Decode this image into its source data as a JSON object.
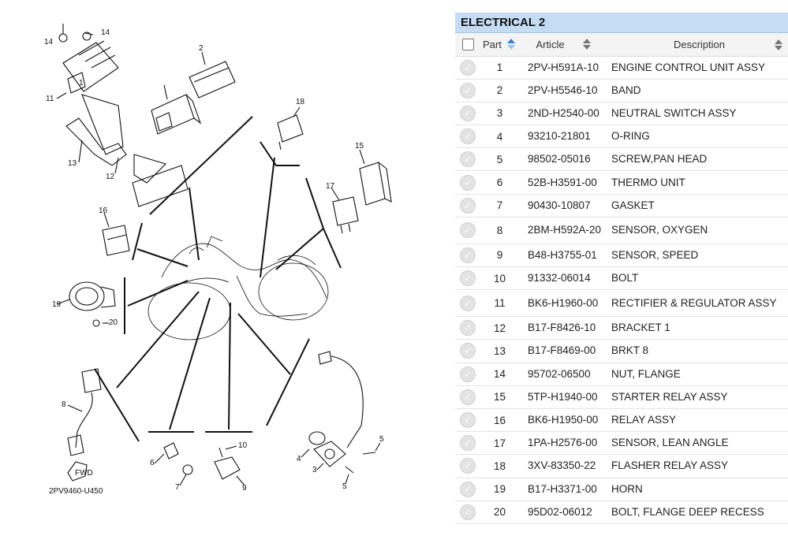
{
  "diagram": {
    "code": "2PV9460-U450",
    "fwd_label": "FWD",
    "callouts": [
      "1",
      "2",
      "3",
      "4",
      "5",
      "5",
      "6",
      "7",
      "8",
      "9",
      "10",
      "11",
      "12",
      "13",
      "14",
      "14",
      "15",
      "16",
      "17",
      "18",
      "19",
      "20"
    ]
  },
  "panel": {
    "title": "ELECTRICAL 2",
    "headers": {
      "part": "Part",
      "article": "Article",
      "description": "Description"
    },
    "sort_icon": "sort-arrows-icon",
    "check_icon": "check-circle-icon",
    "rows": [
      {
        "part": "1",
        "article": "2PV-H591A-10",
        "description": "ENGINE CONTROL UNIT ASSY"
      },
      {
        "part": "2",
        "article": "2PV-H5546-10",
        "description": "BAND"
      },
      {
        "part": "3",
        "article": "2ND-H2540-00",
        "description": "NEUTRAL SWITCH ASSY"
      },
      {
        "part": "4",
        "article": "93210-21801",
        "description": "O-RING"
      },
      {
        "part": "5",
        "article": "98502-05016",
        "description": "SCREW,PAN HEAD"
      },
      {
        "part": "6",
        "article": "52B-H3591-00",
        "description": "THERMO UNIT"
      },
      {
        "part": "7",
        "article": "90430-10807",
        "description": "GASKET"
      },
      {
        "part": "8",
        "article": "2BM-H592A-20",
        "description": "SENSOR, OXYGEN"
      },
      {
        "part": "9",
        "article": "B48-H3755-01",
        "description": "SENSOR, SPEED"
      },
      {
        "part": "10",
        "article": "91332-06014",
        "description": "BOLT"
      },
      {
        "part": "11",
        "article": "BK6-H1960-00",
        "description": "RECTIFIER & REGULATOR ASSY"
      },
      {
        "part": "12",
        "article": "B17-F8426-10",
        "description": "BRACKET 1"
      },
      {
        "part": "13",
        "article": "B17-F8469-00",
        "description": "BRKT 8"
      },
      {
        "part": "14",
        "article": "95702-06500",
        "description": "NUT, FLANGE"
      },
      {
        "part": "15",
        "article": "5TP-H1940-00",
        "description": "STARTER RELAY ASSY"
      },
      {
        "part": "16",
        "article": "BK6-H1950-00",
        "description": "RELAY ASSY"
      },
      {
        "part": "17",
        "article": "1PA-H2576-00",
        "description": "SENSOR, LEAN ANGLE"
      },
      {
        "part": "18",
        "article": "3XV-83350-22",
        "description": "FLASHER RELAY ASSY"
      },
      {
        "part": "19",
        "article": "B17-H3371-00",
        "description": "HORN"
      },
      {
        "part": "20",
        "article": "95D02-06012",
        "description": "BOLT, FLANGE DEEP RECESS"
      }
    ]
  }
}
